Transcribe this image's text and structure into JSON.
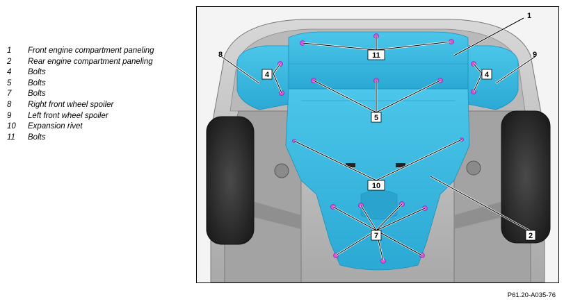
{
  "legend": [
    {
      "num": "1",
      "desc": "Front engine compartment paneling"
    },
    {
      "num": "2",
      "desc": "Rear engine compartment paneling"
    },
    {
      "num": "4",
      "desc": "Bolts"
    },
    {
      "num": "5",
      "desc": "Bolts"
    },
    {
      "num": "7",
      "desc": "Bolts"
    },
    {
      "num": "8",
      "desc": "Right front wheel spoiler"
    },
    {
      "num": "9",
      "desc": "Left front wheel spoiler"
    },
    {
      "num": "10",
      "desc": "Expansion rivet"
    },
    {
      "num": "11",
      "desc": "Bolts"
    }
  ],
  "figure": {
    "callouts": {
      "c1": "1",
      "c2": "2",
      "c4_left": "4",
      "c4_right": "4",
      "c5": "5",
      "c7": "7",
      "c8": "8",
      "c9": "9",
      "c10": "10",
      "c11": "11"
    },
    "colors": {
      "paneling": "#35b8e0",
      "paneling_dark": "#1e8fb8",
      "bolt": "#e24be8",
      "body_gray": "#c8c8c8",
      "tire": "#2a2a2a"
    }
  },
  "caption": "P61.20-A035-76"
}
